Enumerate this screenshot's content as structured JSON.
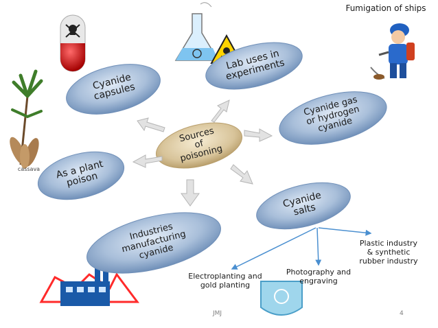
{
  "diagram": {
    "center": {
      "label": "Sources\nof\npoisoning"
    },
    "nodes": [
      {
        "id": "capsules",
        "label": "Cyanide\ncapsules"
      },
      {
        "id": "lab",
        "label": "Lab uses in\nexperiments"
      },
      {
        "id": "gas",
        "label": "Cyanide gas\nor hydrogen\ncyanide"
      },
      {
        "id": "plant",
        "label": "As a plant\npoison"
      },
      {
        "id": "salts",
        "label": "Cyanide\nsalts"
      },
      {
        "id": "industries",
        "label": "Industries\nmanufacturing\ncyanide"
      }
    ],
    "salt_uses": [
      {
        "id": "electroplating",
        "label": "Electroplanting and\ngold planting"
      },
      {
        "id": "photography",
        "label": "Photography and\nengraving"
      },
      {
        "id": "plastic",
        "label": "Plastic industry\n& synthetic\nrubber industry"
      }
    ]
  },
  "captions": {
    "fumigation": "Fumigation of ships",
    "cassava": "cassava"
  },
  "footer": {
    "author": "JMJ",
    "page": "4"
  },
  "colors": {
    "ellipse_fill": "#8fa8c8",
    "center_fill": "#d8c49a",
    "arrow_line": "#4a8fd0",
    "arrow_head": "#c8c8c8"
  }
}
